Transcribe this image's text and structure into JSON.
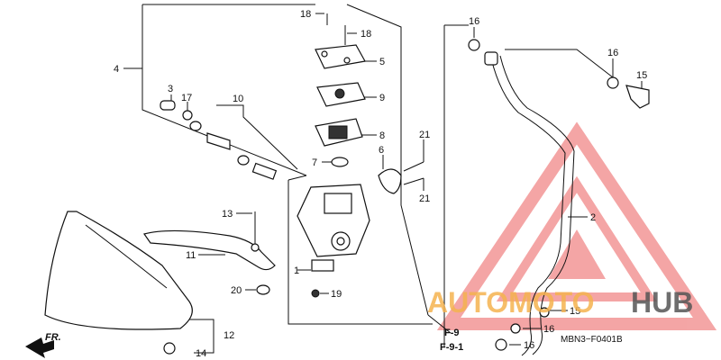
{
  "diagram": {
    "part_numbers": [
      "1",
      "2",
      "3",
      "4",
      "5",
      "6",
      "7",
      "8",
      "9",
      "10",
      "11",
      "12",
      "13",
      "14",
      "15",
      "15",
      "16",
      "16",
      "16",
      "17",
      "18",
      "18",
      "19",
      "20",
      "21",
      "21"
    ],
    "labels": {
      "p1": "1",
      "p2": "2",
      "p3": "3",
      "p4": "4",
      "p5": "5",
      "p6": "6",
      "p7": "7",
      "p8": "8",
      "p9": "9",
      "p10": "10",
      "p11": "11",
      "p12": "12",
      "p13": "13",
      "p14": "14",
      "p15a": "15",
      "p15b": "15",
      "p16a": "16",
      "p16b": "16",
      "p16c": "16",
      "p16d": "16",
      "p17": "17",
      "p18a": "18",
      "p18b": "18",
      "p19": "19",
      "p20": "20",
      "p21a": "21",
      "p21b": "21"
    },
    "refs": {
      "ref1": "F-9",
      "ref2": "F-9-1"
    },
    "direction_label": "FR.",
    "drawing_code": "MBN3−F0401B",
    "watermark": {
      "text_a": "AUTOMOTO",
      "text_b": "HUB",
      "color_a": "#f5b350",
      "color_b": "#555555",
      "triangle_color": "#f08080"
    }
  }
}
